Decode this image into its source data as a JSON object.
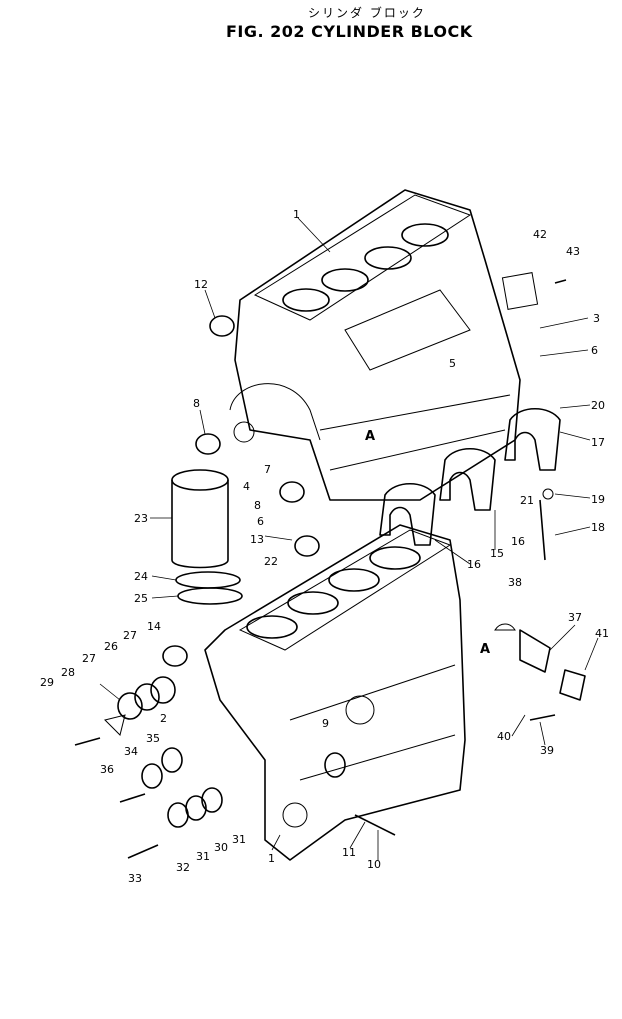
{
  "header": {
    "title_jp": "シリンダ ブロック",
    "title": "FIG. 202 CYLINDER BLOCK"
  },
  "callouts": [
    "1",
    "12",
    "8",
    "7",
    "4",
    "8",
    "6",
    "23",
    "24",
    "25",
    "13",
    "22",
    "14",
    "27",
    "26",
    "27",
    "28",
    "29",
    "2",
    "35",
    "34",
    "36",
    "32",
    "31",
    "30",
    "31",
    "33",
    "9",
    "11",
    "10",
    "1",
    "42",
    "43",
    "3",
    "6",
    "5",
    "20",
    "17",
    "19",
    "18",
    "21",
    "16",
    "15",
    "16",
    "38",
    "37",
    "41",
    "40",
    "39",
    "A",
    "A"
  ],
  "colors": {
    "ink": "#000000",
    "paper": "#ffffff"
  }
}
